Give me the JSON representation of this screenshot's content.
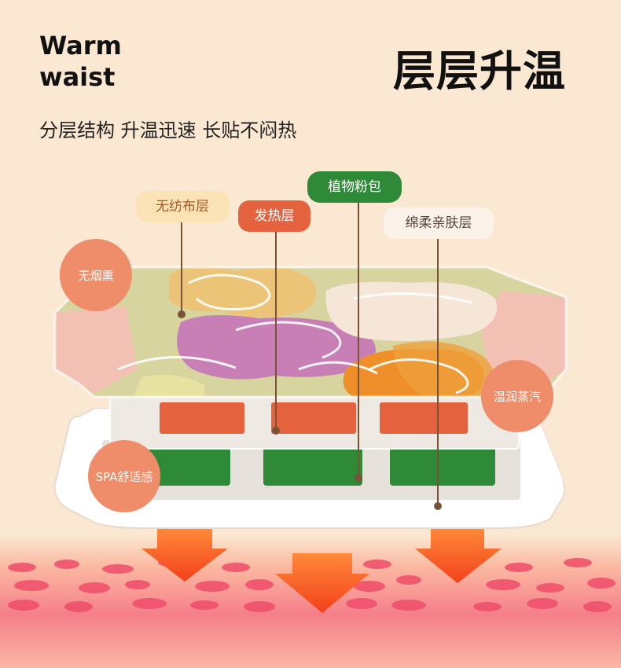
{
  "brand": {
    "line1": "Warm",
    "line2": "waist"
  },
  "headline": "层层升温",
  "subheadline": "分层结构 升温迅速 长贴不闷热",
  "layer_labels": {
    "nonwoven": "无纺布层",
    "heating": "发热层",
    "herbal_pack": "植物粉包",
    "skin_layer": "绵柔亲肤层"
  },
  "features": {
    "no_smoke": "无烟熏",
    "warm_steam": "温润蒸汽",
    "spa_comfort": "SPA舒适感"
  },
  "colors": {
    "background": "#fbe8d2",
    "heat": "#e5623e",
    "herbal": "#2e8a36",
    "feature_circle": "#ef8c69",
    "arrow": "#f2541b"
  }
}
